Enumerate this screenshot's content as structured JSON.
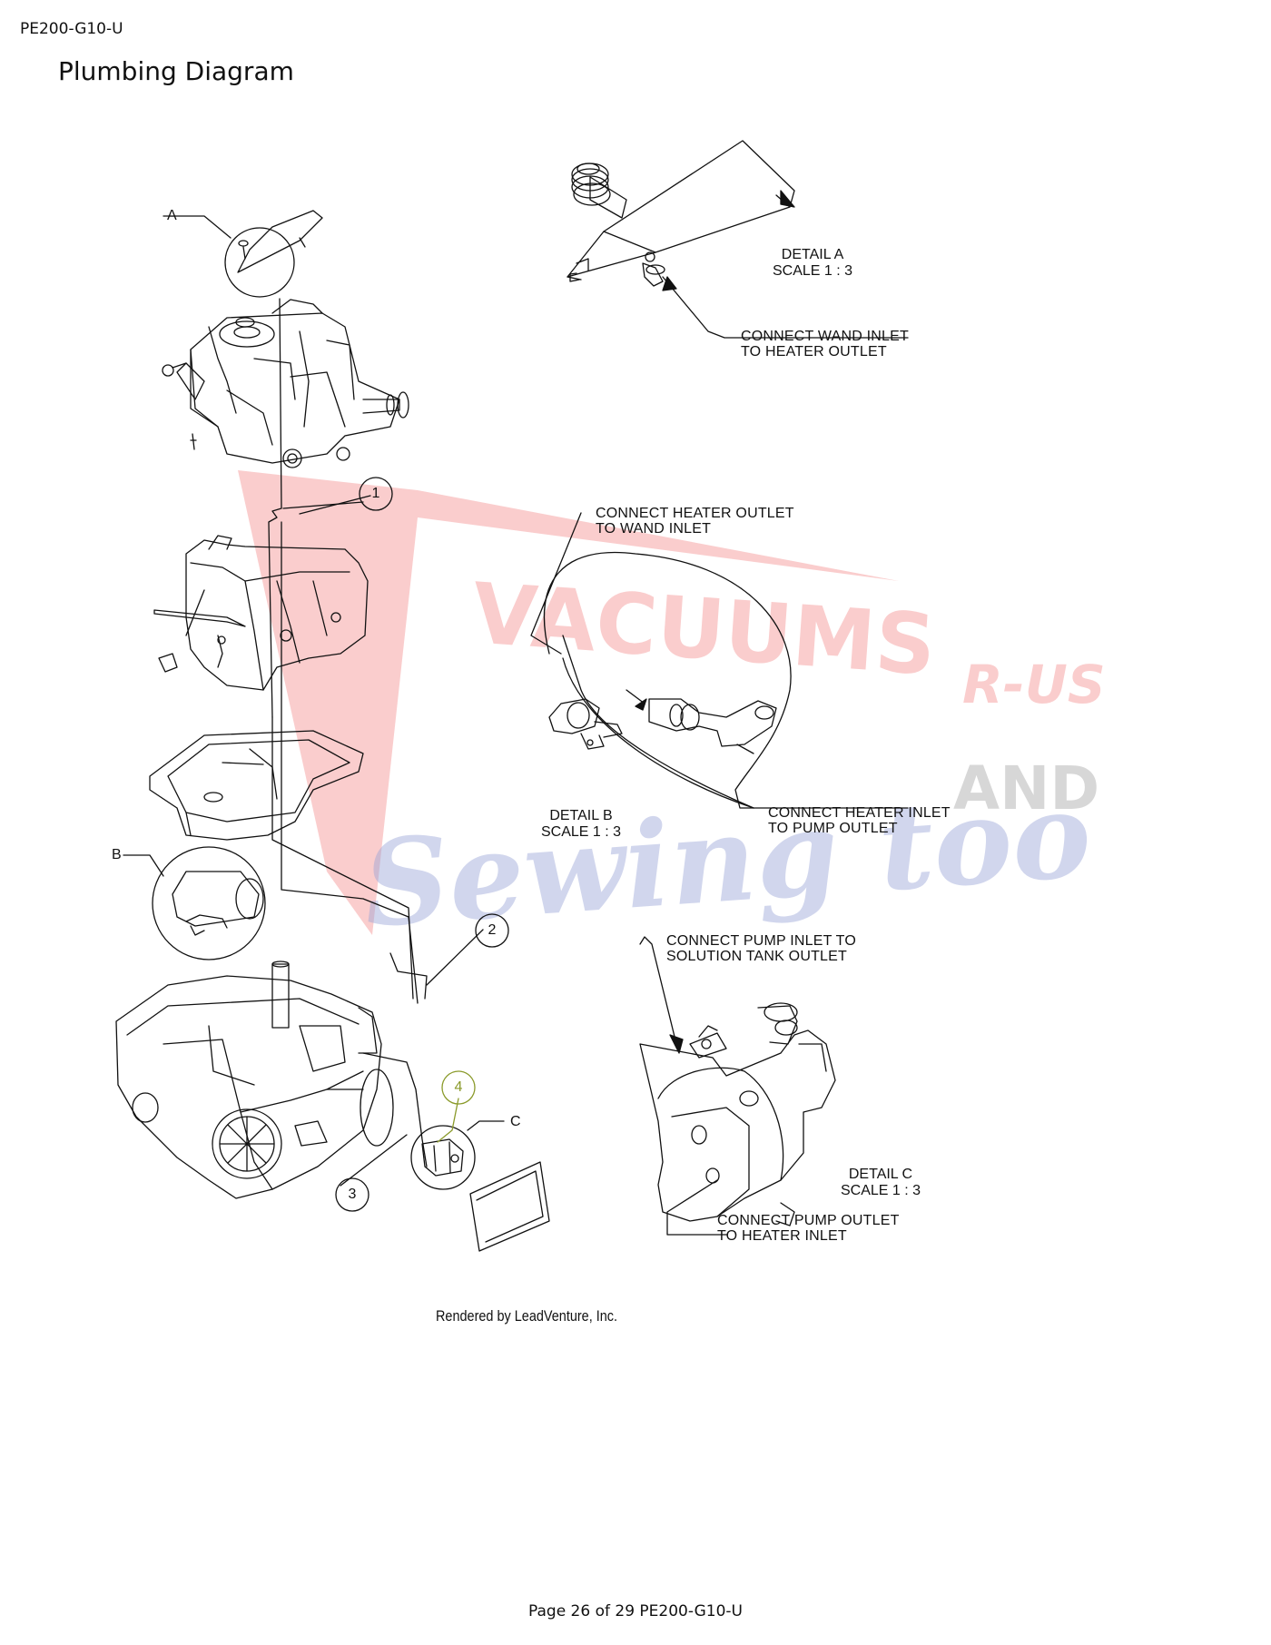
{
  "header": {
    "doc_id": "PE200-G10-U",
    "title": "Plumbing Diagram"
  },
  "watermark": {
    "word1": "VACUUMS",
    "word2": "R-US",
    "word3": "AND",
    "word4": "Sewing too",
    "colors": {
      "red": "#f07070",
      "gray": "#9a9a9a",
      "blue": "#9aa3d6"
    }
  },
  "details": {
    "a": {
      "line1": "DETAIL A",
      "line2": "SCALE 1 : 3"
    },
    "b": {
      "line1": "DETAIL B",
      "line2": "SCALE 1 : 3"
    },
    "c": {
      "line1": "DETAIL C",
      "line2": "SCALE 1 : 3"
    }
  },
  "notes": {
    "wand_inlet": "CONNECT WAND INLET\nTO HEATER OUTLET",
    "heater_outlet": "CONNECT HEATER OUTLET\nTO WAND INLET",
    "heater_inlet": "CONNECT HEATER INLET\nTO PUMP OUTLET",
    "pump_inlet": "CONNECT PUMP INLET TO\nSOLUTION TANK OUTLET",
    "pump_outlet": "CONNECT PUMP OUTLET\nTO HEATER INLET"
  },
  "callouts": {
    "c1": "1",
    "c2": "2",
    "c3": "3",
    "c4": "4",
    "letter_a": "A",
    "letter_b": "B",
    "letter_c": "C"
  },
  "rendered_by": "Rendered by LeadVenture, Inc.",
  "footer": "Page 26 of 29 PE200-G10-U"
}
